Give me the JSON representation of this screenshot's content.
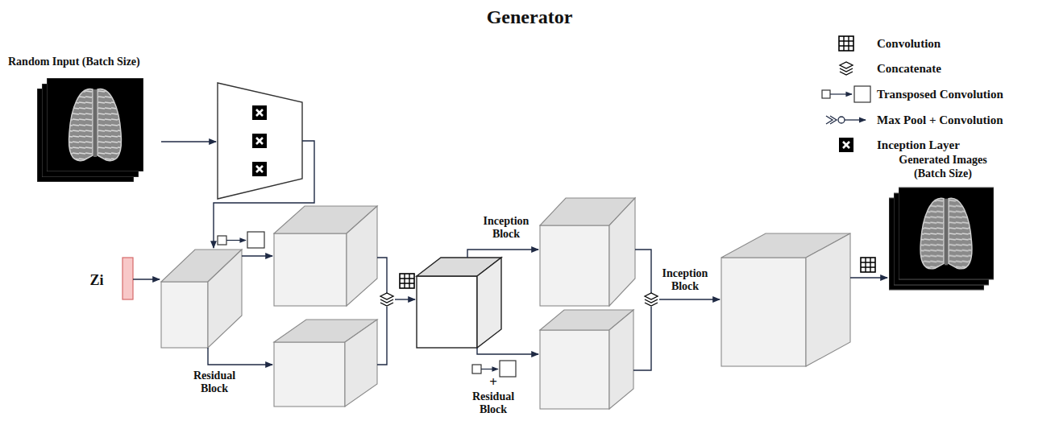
{
  "diagram": {
    "title": "Generator",
    "nodes": [
      {
        "text": [
          "Random Input (Batch Size)"
        ]
      },
      {
        "text": [
          "Generated Images (Batch Size)"
        ]
      }
    ],
    "labels": [
      "Residual Block",
      "Inception Block",
      "Inception Block",
      "+",
      "Residual Block",
      "Zi"
    ],
    "legend": [
      {
        "text": "Convolution"
      },
      {
        "text": "Concatenate"
      },
      {
        "text": "Transposed Convolution"
      },
      {
        "text": "Max Pool + Convolution"
      },
      {
        "text": "Inception Layer"
      }
    ]
  }
}
